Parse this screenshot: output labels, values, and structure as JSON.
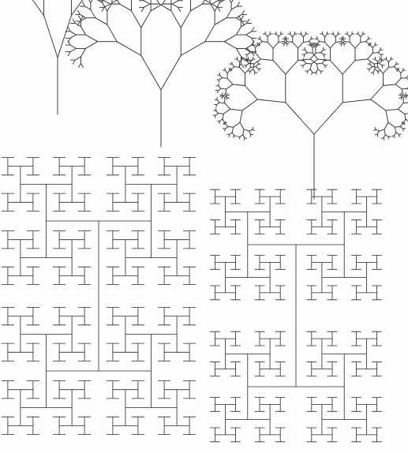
{
  "figure": {
    "background": "#fdfdfb",
    "ink": "#2a2a2a",
    "panels": [
      {
        "name": "narrow-binary-tree",
        "kind": "binary-tree",
        "branch_angle_deg": 18,
        "ratio": 0.78,
        "depth": 6
      },
      {
        "name": "medium-binary-tree",
        "kind": "binary-tree",
        "branch_angle_deg": 30,
        "ratio": 0.7,
        "depth": 7
      },
      {
        "name": "wide-binary-tree",
        "kind": "binary-tree",
        "branch_angle_deg": 42,
        "ratio": 0.66,
        "depth": 8
      },
      {
        "name": "h-fractal-cluster",
        "kind": "h-tree",
        "ratio": 0.52,
        "depth": 7
      },
      {
        "name": "square-h-fractal-cluster",
        "kind": "h-tree",
        "ratio": 0.5,
        "depth": 7
      }
    ]
  }
}
